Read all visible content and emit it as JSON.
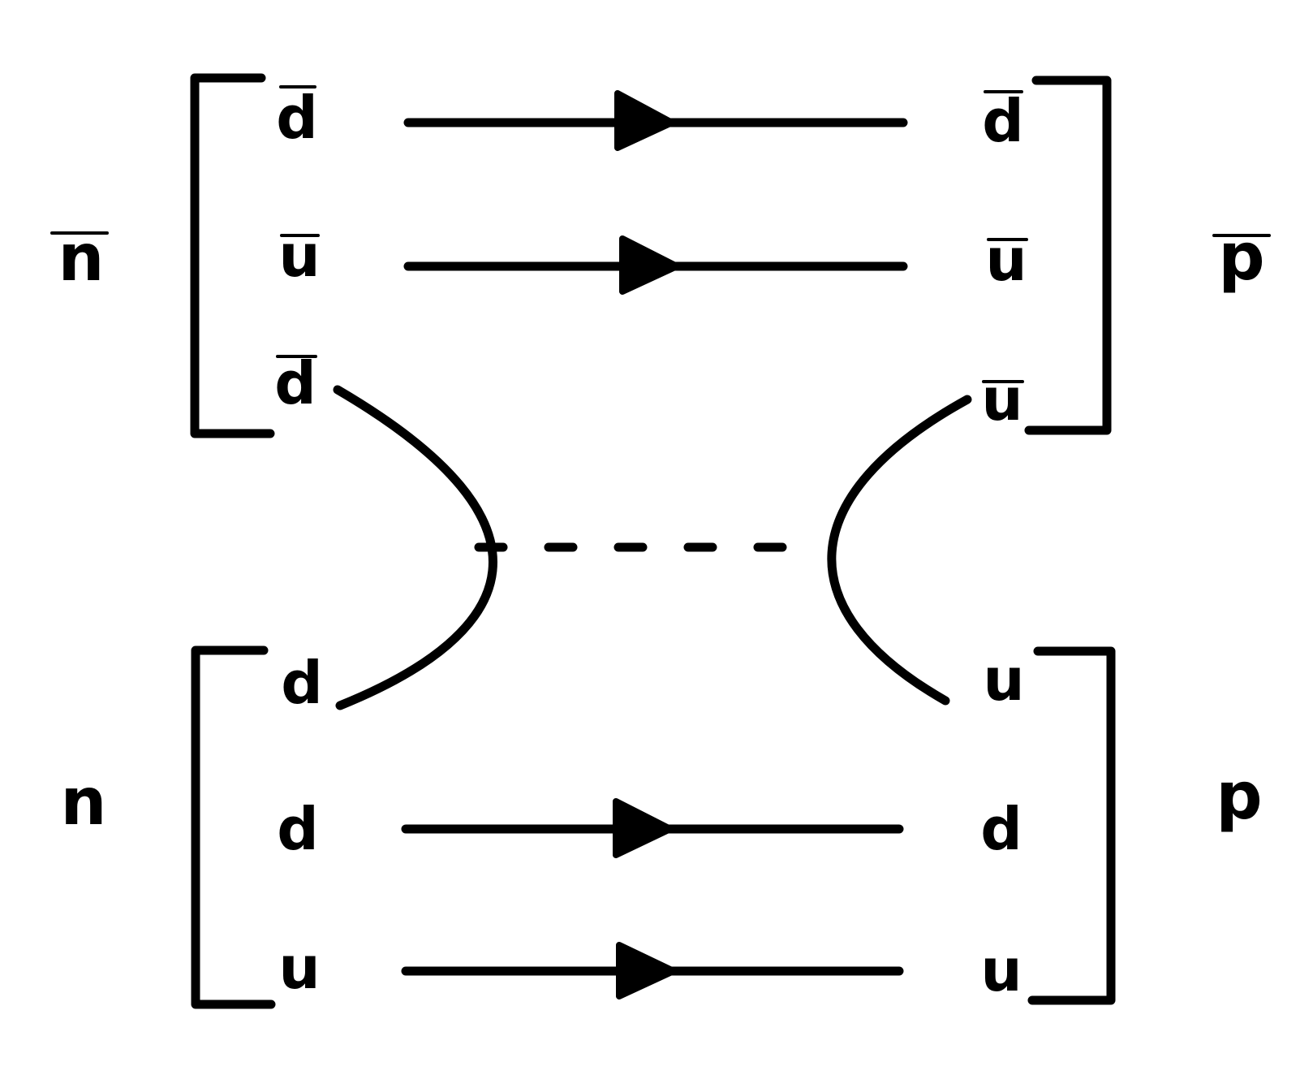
{
  "colors": {
    "ink": "#000000",
    "background": "#ffffff"
  },
  "hadrons": {
    "antineutron": "n",
    "neutron": "n",
    "antiproton": "p",
    "proton": "p"
  },
  "quarks": {
    "left_top": [
      "d",
      "u",
      "d"
    ],
    "left_bottom": [
      "d",
      "d",
      "u"
    ],
    "right_top": [
      "d",
      "u",
      "u"
    ],
    "right_bottom": [
      "u",
      "d",
      "u"
    ]
  }
}
